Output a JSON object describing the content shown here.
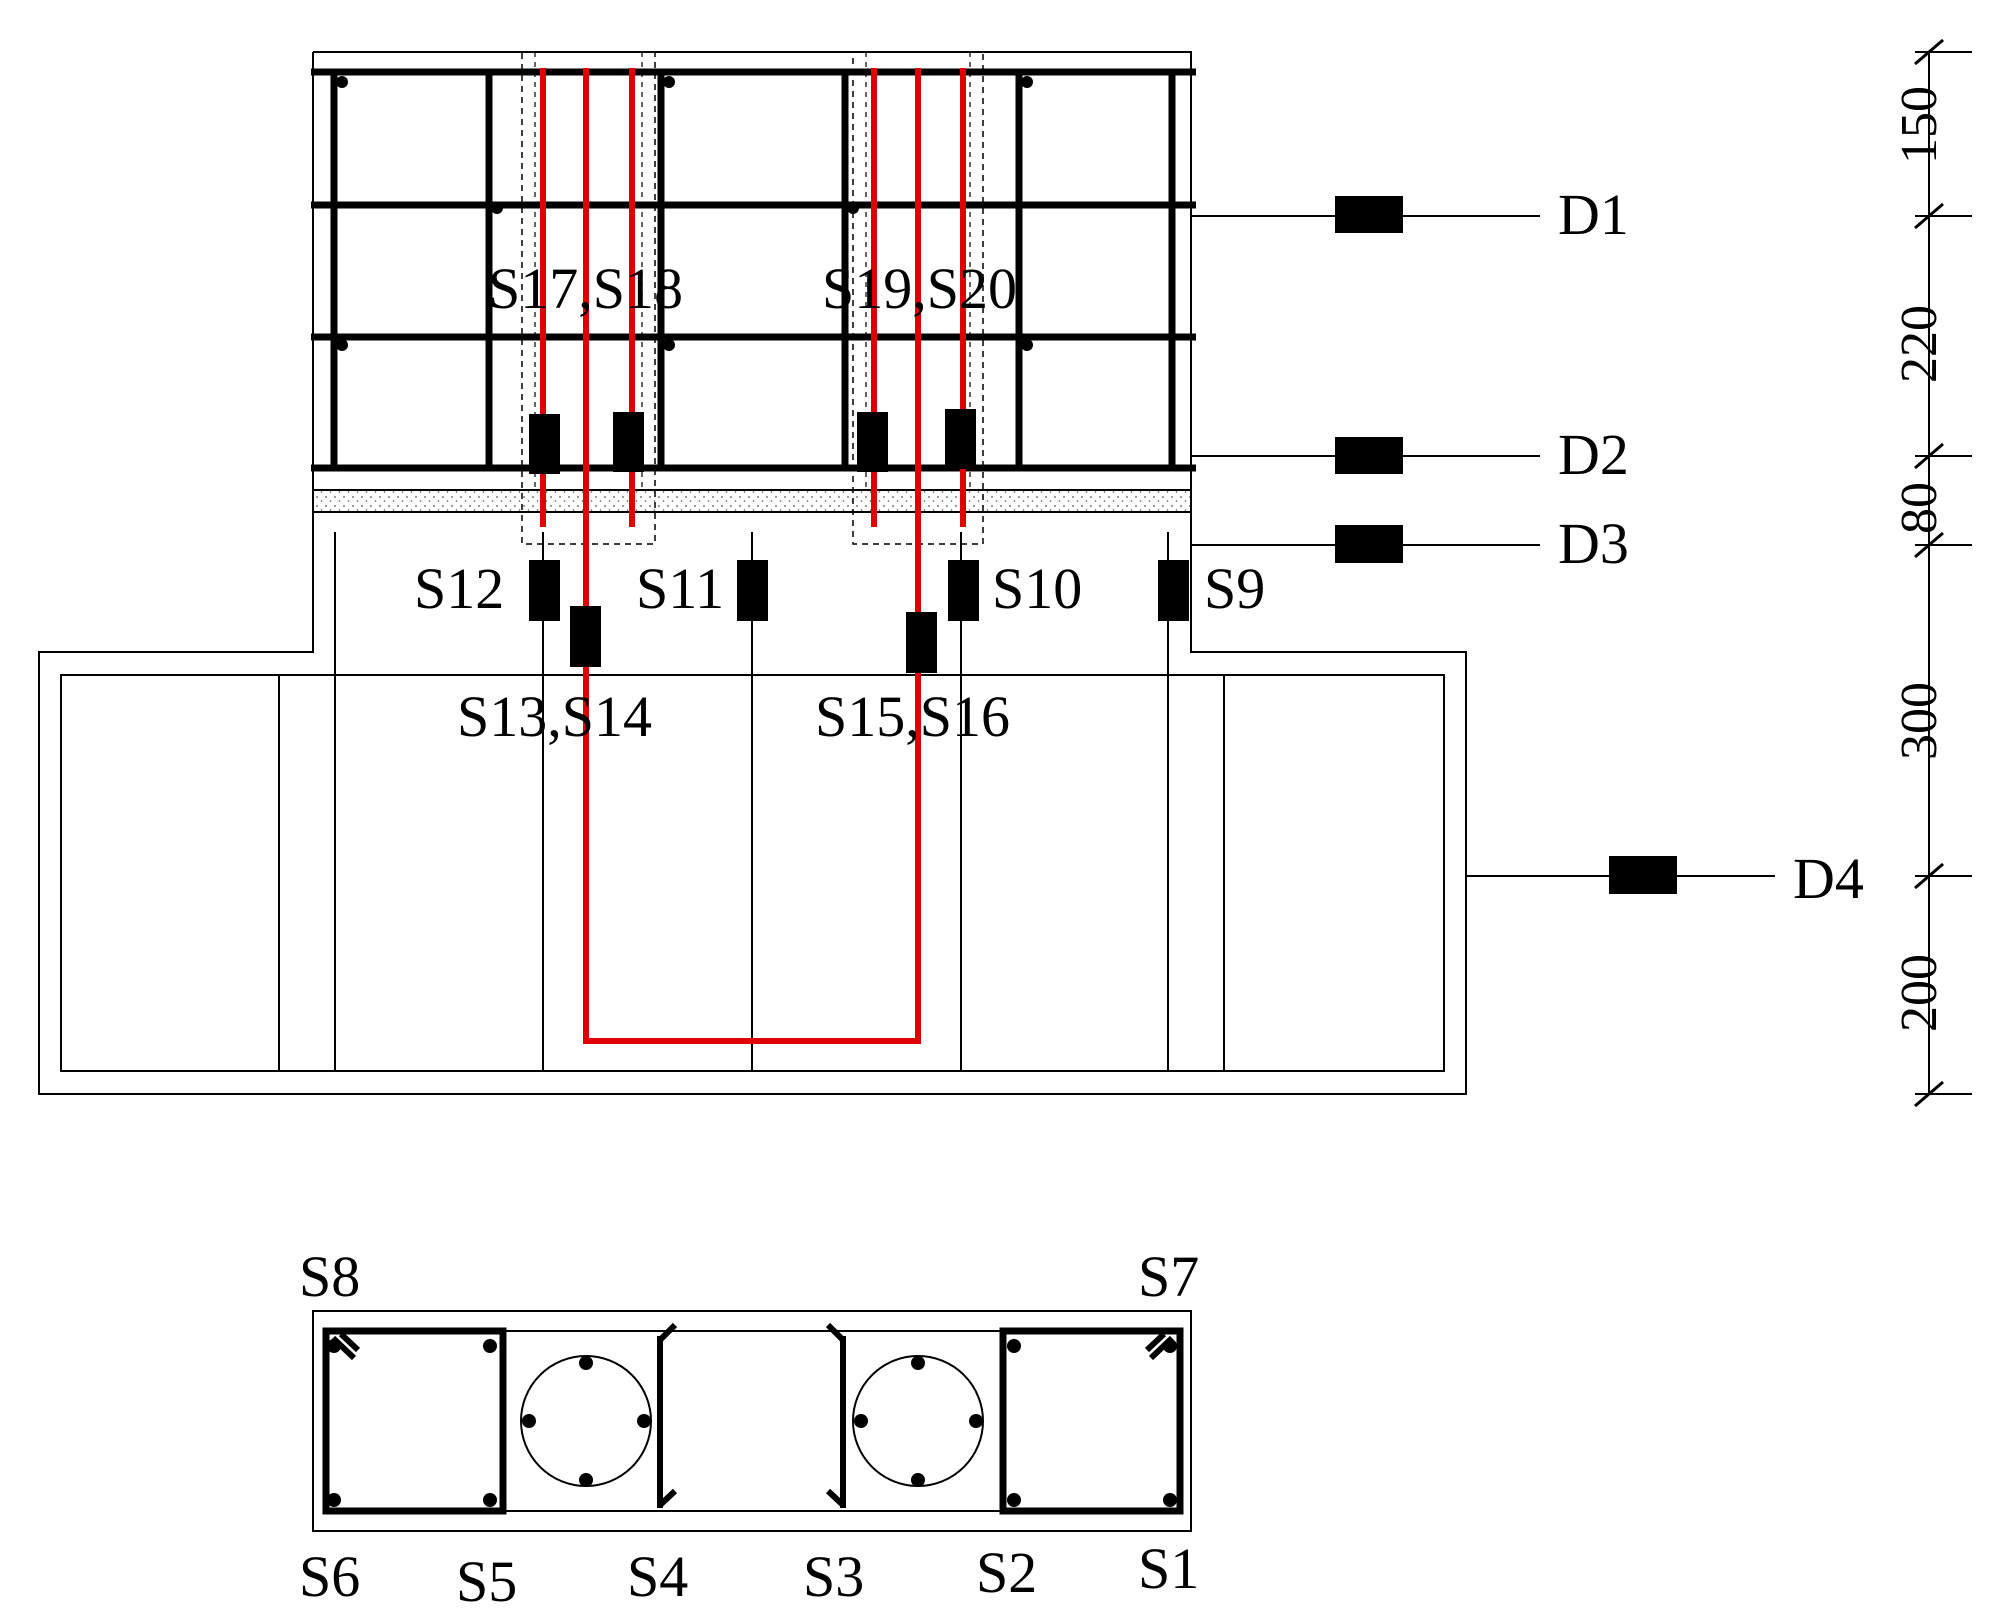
{
  "colors": {
    "line": "#000000",
    "tendon": "#e00000",
    "grout_dots": "#555555"
  },
  "displacement_sensors": [
    {
      "id": "d1",
      "label": "D1"
    },
    {
      "id": "d2",
      "label": "D2"
    },
    {
      "id": "d3",
      "label": "D3"
    },
    {
      "id": "d4",
      "label": "D4"
    }
  ],
  "strain_gauges_elevation": [
    {
      "id": "s9",
      "label": "S9"
    },
    {
      "id": "s10",
      "label": "S10"
    },
    {
      "id": "s11",
      "label": "S11"
    },
    {
      "id": "s12",
      "label": "S12"
    },
    {
      "id": "s13-s14",
      "label": "S13,S14"
    },
    {
      "id": "s15-s16",
      "label": "S15,S16"
    },
    {
      "id": "s17-s18",
      "label": "S17,S18"
    },
    {
      "id": "s19-s20",
      "label": "S19,S20"
    }
  ],
  "strain_gauges_section": [
    {
      "id": "s1",
      "label": "S1"
    },
    {
      "id": "s2",
      "label": "S2"
    },
    {
      "id": "s3",
      "label": "S3"
    },
    {
      "id": "s4",
      "label": "S4"
    },
    {
      "id": "s5",
      "label": "S5"
    },
    {
      "id": "s6",
      "label": "S6"
    },
    {
      "id": "s7",
      "label": "S7"
    },
    {
      "id": "s8",
      "label": "S8"
    }
  ],
  "dimensions": [
    {
      "id": "dim-150",
      "label": "150"
    },
    {
      "id": "dim-220",
      "label": "220"
    },
    {
      "id": "dim-80",
      "label": "80"
    },
    {
      "id": "dim-300",
      "label": "300"
    },
    {
      "id": "dim-200",
      "label": "200"
    }
  ]
}
